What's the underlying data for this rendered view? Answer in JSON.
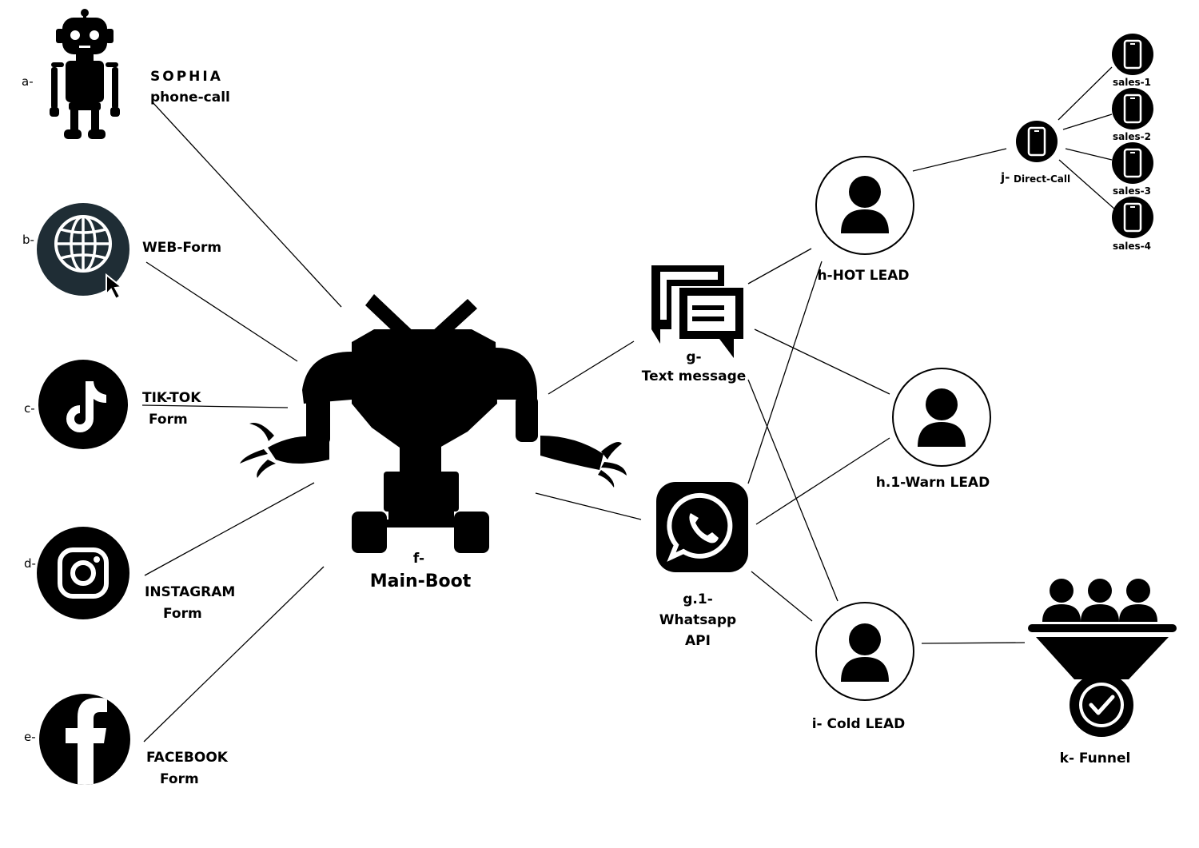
{
  "sources": {
    "a": {
      "letter": "a-",
      "line1": "SOPHIA",
      "line2": "phone-call",
      "icon": "robot-icon"
    },
    "b": {
      "letter": "b-",
      "line1": "WEB-Form",
      "icon": "globe-cursor-icon"
    },
    "c": {
      "letter": "c-",
      "line1": "TIK-TOK",
      "line2": "Form",
      "icon": "tiktok-icon"
    },
    "d": {
      "letter": "d-",
      "line1": "INSTAGRAM",
      "line2": "Form",
      "icon": "instagram-icon"
    },
    "e": {
      "letter": "e-",
      "line1": "FACEBOOK",
      "line2": "Form",
      "icon": "facebook-icon"
    }
  },
  "main_boot": {
    "line1": "f-",
    "line2": "Main-Boot",
    "icon": "main-robot-icon"
  },
  "channels": {
    "text": {
      "line1": "g-",
      "line2": "Text message",
      "icon": "chat-bubbles-icon"
    },
    "whatsapp": {
      "line1": "g.1-",
      "line2": "Whatsapp",
      "line3": "API",
      "icon": "whatsapp-icon"
    }
  },
  "leads": {
    "hot": {
      "label": "h-HOT LEAD",
      "icon": "user-icon"
    },
    "warm": {
      "label": "h.1-Warn LEAD",
      "icon": "user-icon"
    },
    "cold": {
      "label": "i- Cold LEAD",
      "icon": "user-icon"
    }
  },
  "direct_call": {
    "letter": "j-",
    "label": "Direct-Call",
    "icon": "phone-icon"
  },
  "sales": [
    "sales-1",
    "sales-2",
    "sales-3",
    "sales-4"
  ],
  "funnel": {
    "label": "k- Funnel",
    "icon": "funnel-icon"
  }
}
